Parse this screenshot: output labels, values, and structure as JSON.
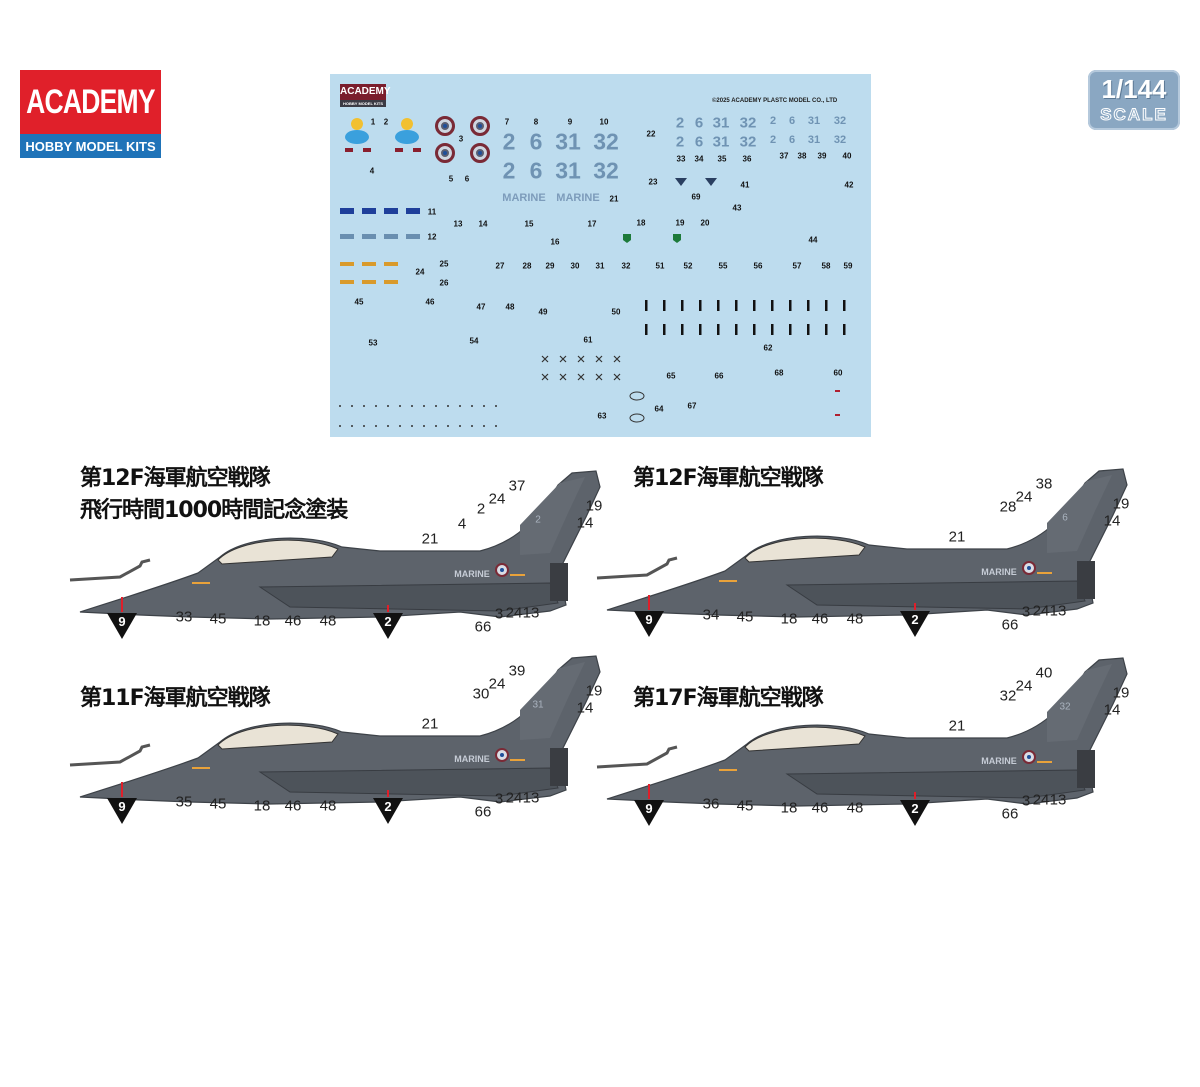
{
  "brand": {
    "name": "ACADEMY",
    "tagline": "HOBBY MODEL KITS"
  },
  "scale_badge": {
    "ratio": "1/144",
    "label": "SCALE"
  },
  "decal_sheet": {
    "logo_name": "ACADEMY",
    "logo_tagline": "HOBBY MODEL KITS",
    "copyright": "©2025 ACADEMY PLASTC MODEL CO., LTD",
    "big_numbers": [
      "2",
      "6",
      "31",
      "32"
    ],
    "marine_text": "MARINE",
    "decal_numbers": [
      "1",
      "2",
      "3",
      "4",
      "5",
      "6",
      "7",
      "8",
      "9",
      "10",
      "11",
      "12",
      "13",
      "14",
      "15",
      "16",
      "17",
      "18",
      "19",
      "20",
      "21",
      "22",
      "23",
      "24",
      "25",
      "26",
      "27",
      "28",
      "29",
      "30",
      "31",
      "32",
      "33",
      "34",
      "35",
      "36",
      "37",
      "38",
      "39",
      "40",
      "41",
      "42",
      "43",
      "44",
      "45",
      "46",
      "47",
      "48",
      "49",
      "50",
      "51",
      "52",
      "53",
      "54",
      "55",
      "56",
      "57",
      "58",
      "59",
      "60",
      "61",
      "62",
      "63",
      "64",
      "65",
      "66",
      "67",
      "68",
      "69"
    ]
  },
  "schemes": [
    {
      "title_line1": "第12F海軍航空戦隊",
      "title_line2": "飛行時間1000時間記念塗装",
      "callouts": {
        "tail_a": "37",
        "tail_b": "24",
        "tail_c": "2",
        "tail_d": "4",
        "fin_top": "19",
        "fin_low": "14",
        "spine": "21",
        "nose_number": "33",
        "b45": "45",
        "b18": "18",
        "b46": "46",
        "b48": "48",
        "b66": "66",
        "b3": "3",
        "b24": "24",
        "b13": "13"
      },
      "markers": {
        "nose": "9",
        "belly": "2"
      },
      "fuselage_text": "MARINE",
      "tail_number": "2"
    },
    {
      "title_line1": "第12F海軍航空戦隊",
      "callouts": {
        "tail_a": "38",
        "tail_b": "24",
        "tail_c": "28",
        "fin_top": "19",
        "fin_low": "14",
        "spine": "21",
        "nose_number": "34",
        "b45": "45",
        "b18": "18",
        "b46": "46",
        "b48": "48",
        "b66": "66",
        "b3": "3",
        "b24": "24",
        "b13": "13"
      },
      "markers": {
        "nose": "9",
        "belly": "2"
      },
      "fuselage_text": "MARINE",
      "tail_number": "6"
    },
    {
      "title_line1": "第11F海軍航空戦隊",
      "callouts": {
        "tail_a": "39",
        "tail_b": "24",
        "tail_c": "30",
        "fin_top": "19",
        "fin_low": "14",
        "spine": "21",
        "nose_number": "35",
        "b45": "45",
        "b18": "18",
        "b46": "46",
        "b48": "48",
        "b66": "66",
        "b3": "3",
        "b24": "24",
        "b13": "13"
      },
      "markers": {
        "nose": "9",
        "belly": "2"
      },
      "fuselage_text": "MARINE",
      "tail_number": "31"
    },
    {
      "title_line1": "第17F海軍航空戦隊",
      "callouts": {
        "tail_a": "40",
        "tail_b": "24",
        "tail_c": "32",
        "fin_top": "19",
        "fin_low": "14",
        "spine": "21",
        "nose_number": "36",
        "b45": "45",
        "b18": "18",
        "b46": "46",
        "b48": "48",
        "b66": "66",
        "b3": "3",
        "b24": "24",
        "b13": "13"
      },
      "markers": {
        "nose": "9",
        "belly": "2"
      },
      "fuselage_text": "MARINE",
      "tail_number": "32"
    }
  ],
  "colors": {
    "brand_red": "#e0202a",
    "brand_blue": "#1f73b8",
    "sheet_bg": "#bddcee",
    "jet_gray": "#5d636b"
  }
}
